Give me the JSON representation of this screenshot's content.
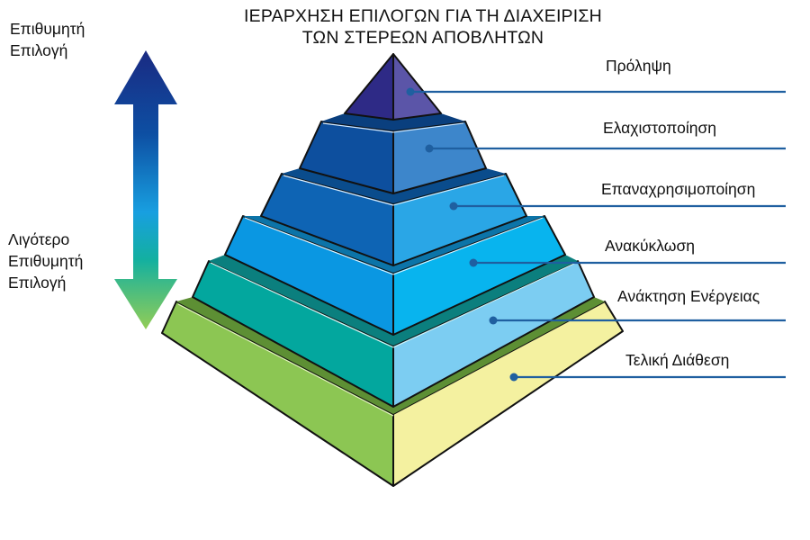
{
  "title": {
    "line1": "ΙΕΡΑΡΧΗΣΗ ΕΠΙΛΟΓΩΝ ΓΙΑ ΤΗ ΔΙΑΧΕΙΡΙΣΗ",
    "line2": "ΤΩΝ ΣΤΕΡΕΩΝ ΑΠΟΒΛΗΤΩΝ"
  },
  "scale": {
    "top_label": {
      "line1": "Επιθυμητή",
      "line2": "Επιλογή"
    },
    "bottom_label": {
      "line1": "Λιγότερο",
      "line2": "Επιθυμητή",
      "line3": "Επιλογή"
    },
    "arrow_icon": "double-vertical-arrow-icon",
    "arrow_colors": {
      "top": "#1a2f8a",
      "middle": "#17a3e0",
      "bottom": "#8ccb57"
    }
  },
  "tiers": [
    {
      "label": "Πρόληψη",
      "left_color": "#2e2a86",
      "right_color": "#5b55a8"
    },
    {
      "label": "Ελαχιστοποίηση",
      "left_color": "#0d4f9e",
      "right_color": "#3d86cb"
    },
    {
      "label": "Επαναχρησιμοποίηση",
      "left_color": "#0e64b4",
      "right_color": "#2aa6e6"
    },
    {
      "label": "Ανακύκλωση",
      "left_color": "#0a97e2",
      "right_color": "#08b4ee"
    },
    {
      "label": "Ανάκτηση Ενέργειας",
      "left_color": "#03a79e",
      "right_color": "#7ccdf2"
    },
    {
      "label": "Τελική Διάθεση",
      "left_color": "#8cc653",
      "right_color": "#f4f1a0"
    }
  ],
  "leader_line_color": "#1f5fa0"
}
